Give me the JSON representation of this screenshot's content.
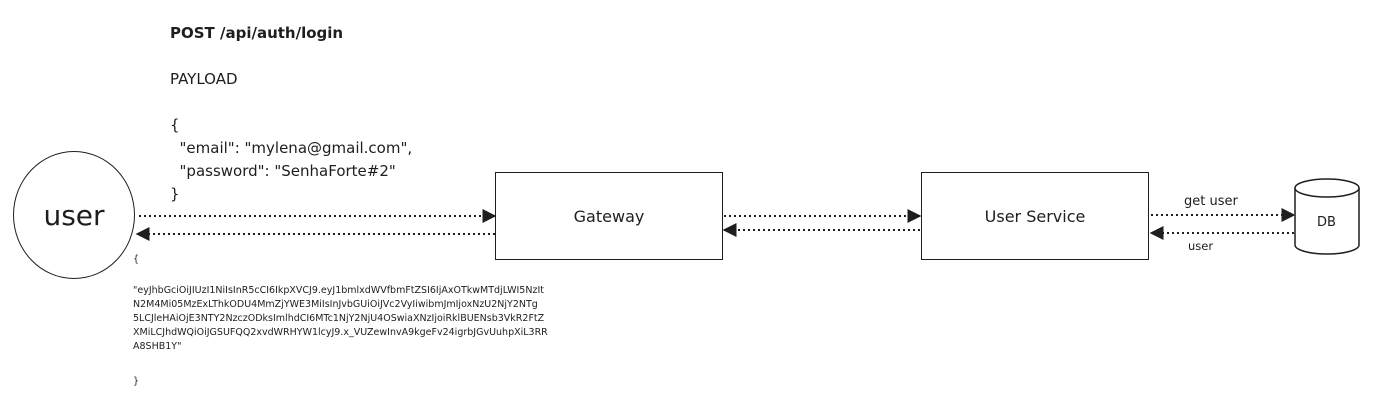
{
  "request": {
    "title": "POST /api/auth/login",
    "payload_label": "PAYLOAD",
    "payload_lines": [
      "{",
      "  \"email\": \"mylena@gmail.com\",",
      "  \"password\": \"SenhaForte#2\"",
      "}"
    ]
  },
  "nodes": {
    "user": "user",
    "gateway": "Gateway",
    "user_service": "User Service",
    "db": "DB"
  },
  "edges": {
    "get_user": "get user",
    "user_return": "user"
  },
  "response": {
    "open_brace": "{",
    "token_lines": [
      "\"eyJhbGciOiJIUzI1NiIsInR5cCI6IkpXVCJ9.eyJ1bmlxdWVfbmFtZSI6IjAxOTkwMTdjLWI5NzIt",
      "N2M4Mi05MzExLThkODU4MmZjYWE3MiIsInJvbGUiOiJVc2VyIiwibmJmIjoxNzU2NjY2NTg",
      "5LCJleHAiOjE3NTY2NzczODksImlhdCI6MTc1NjY2NjU4OSwiaXNzIjoiRklBUENsb3VkR2FtZ",
      "XMiLCJhdWQiOiJGSUFQQ2xvdWRHYW1lcyJ9.x_VUZewInvA9kgeFv24igrbJGvUuhpXiL3RR",
      "A8SHB1Y\""
    ],
    "close_brace": "}"
  }
}
